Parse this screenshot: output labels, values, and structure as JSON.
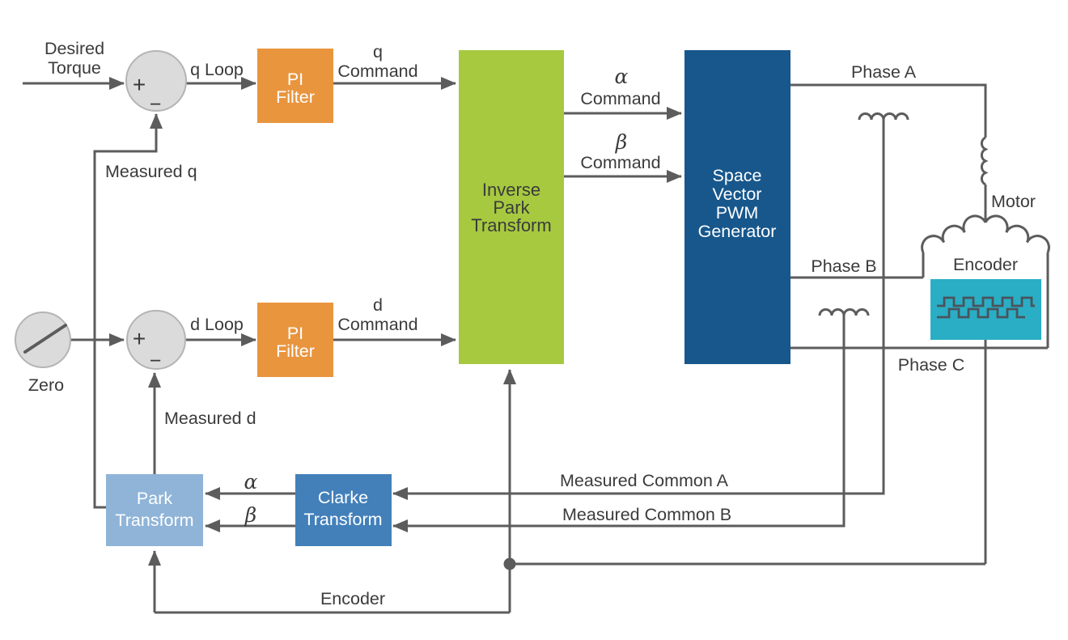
{
  "colors": {
    "line": "#5c5c5c",
    "wave": "#4a545c",
    "text": "#3b3b3b",
    "box_text": "#ffffff",
    "pi_filter": "#e9953e",
    "inverse_park": "#a6c93f",
    "svpwm": "#17578c",
    "encoder_box": "#2aaec5",
    "park": "#8fb4d8",
    "clarke": "#4380ba",
    "sum_fill": "#dbdbdb",
    "sum_stroke": "#b4b4b4"
  },
  "labels": {
    "desired_torque": [
      "Desired",
      "Torque"
    ],
    "q_loop": "q Loop",
    "q_command": [
      "q",
      "Command"
    ],
    "alpha_command": [
      "α",
      "Command"
    ],
    "beta_command": [
      "β",
      "Command"
    ],
    "measured_q": "Measured q",
    "zero": "Zero",
    "d_loop": "d Loop",
    "d_command": [
      "d",
      "Command"
    ],
    "measured_d": "Measured d",
    "phase_a": "Phase A",
    "phase_b": "Phase B",
    "phase_c": "Phase C",
    "motor": "Motor",
    "encoder_at_motor": "Encoder",
    "measured_common_a": "Measured Common A",
    "measured_common_b": "Measured Common B",
    "alpha": "α",
    "beta": "β",
    "encoder_feedback": "Encoder",
    "plus": "+",
    "minus": "−"
  },
  "blocks": {
    "pi_filter_q": [
      "PI",
      "Filter"
    ],
    "pi_filter_d": [
      "PI",
      "Filter"
    ],
    "inverse_park_transform": [
      "Inverse",
      "Park",
      "Transform"
    ],
    "space_vector_pwm_generator": [
      "Space",
      "Vector",
      "PWM",
      "Generator"
    ],
    "park_transform": [
      "Park",
      "Transform"
    ],
    "clarke_transform": [
      "Clarke",
      "Transform"
    ]
  }
}
